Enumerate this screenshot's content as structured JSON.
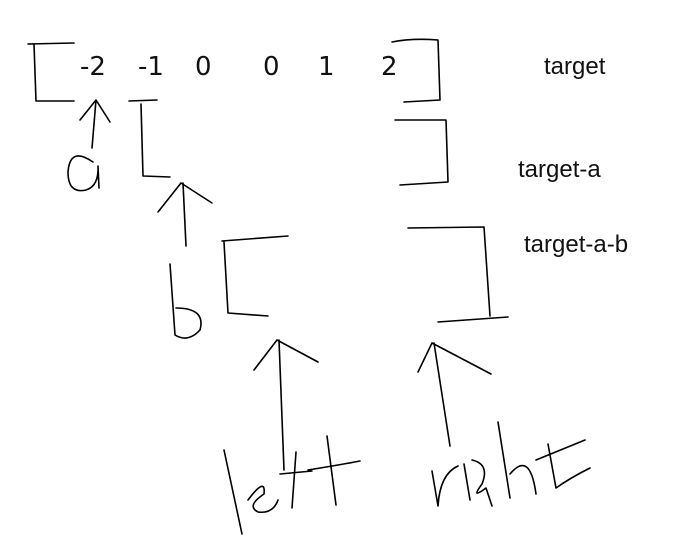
{
  "array": [
    "-2",
    "-1",
    "0",
    "0",
    "1",
    "2"
  ],
  "range_labels": {
    "target": "target",
    "target_a": "target-a",
    "target_a_b": "target-a-b"
  },
  "handwriting": {
    "pointer_a": "a",
    "pointer_b": "b",
    "pointer_left": "left",
    "pointer_right": "right"
  },
  "colors": {
    "ink": "#000000",
    "background": "#ffffff"
  }
}
